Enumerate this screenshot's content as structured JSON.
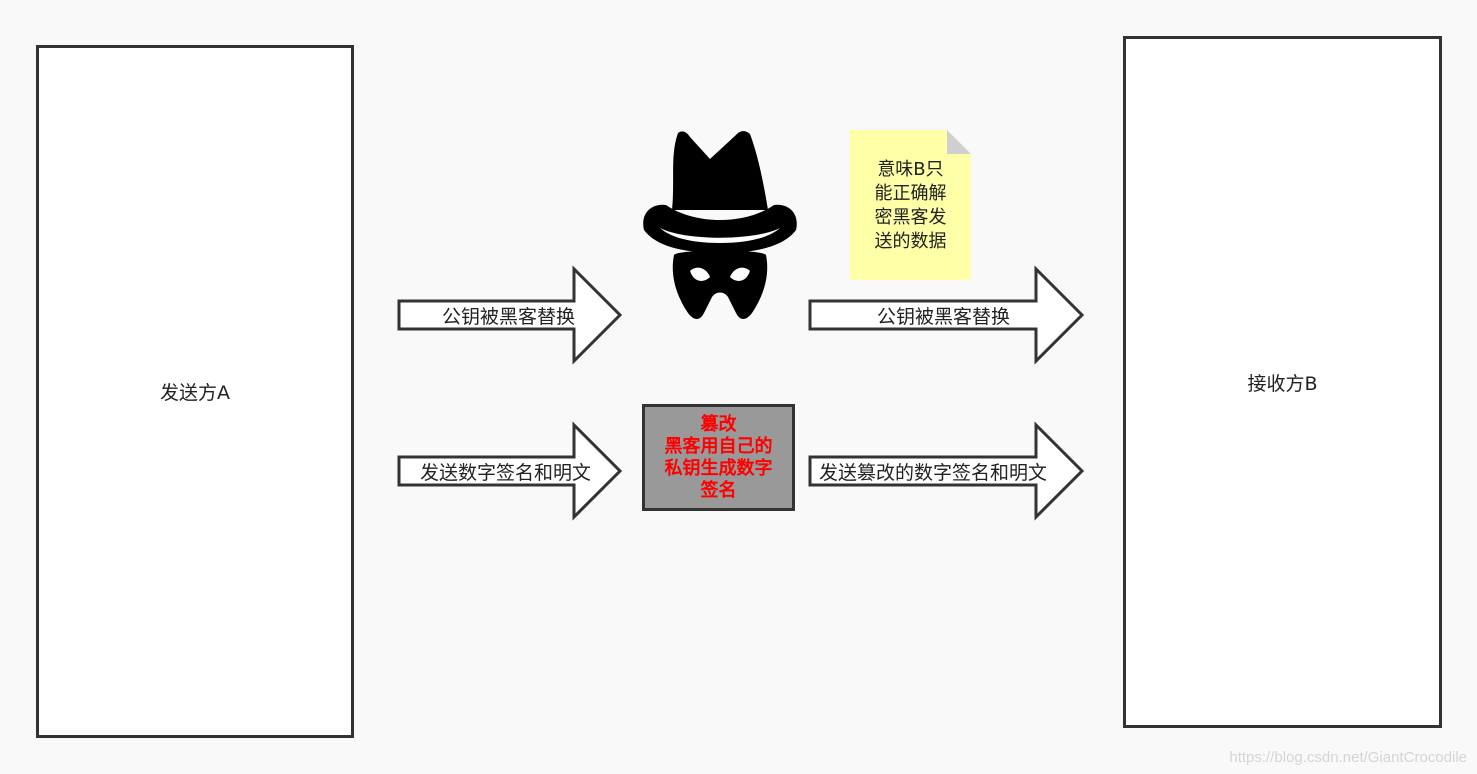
{
  "sender": {
    "label": "发送方A"
  },
  "receiver": {
    "label": "接收方B"
  },
  "arrows": {
    "a_top": "公钥被黑客替换",
    "a_bottom": "发送数字签名和明文",
    "b_top": "公钥被黑客替换",
    "b_bottom": "发送篡改的数字签名和明文"
  },
  "note": {
    "lines": [
      "意味B只",
      "能正确解",
      "密黑客发",
      "送的数据"
    ]
  },
  "tamper_box": {
    "lines": [
      "篡改",
      "黑客用自己的",
      "私钥生成数字",
      "签名"
    ],
    "color": "#ff0000",
    "fill": "#999999"
  },
  "watermark": "https://blog.csdn.net/GiantCrocodile",
  "icons": {
    "hacker": "spy-hacker-icon"
  }
}
